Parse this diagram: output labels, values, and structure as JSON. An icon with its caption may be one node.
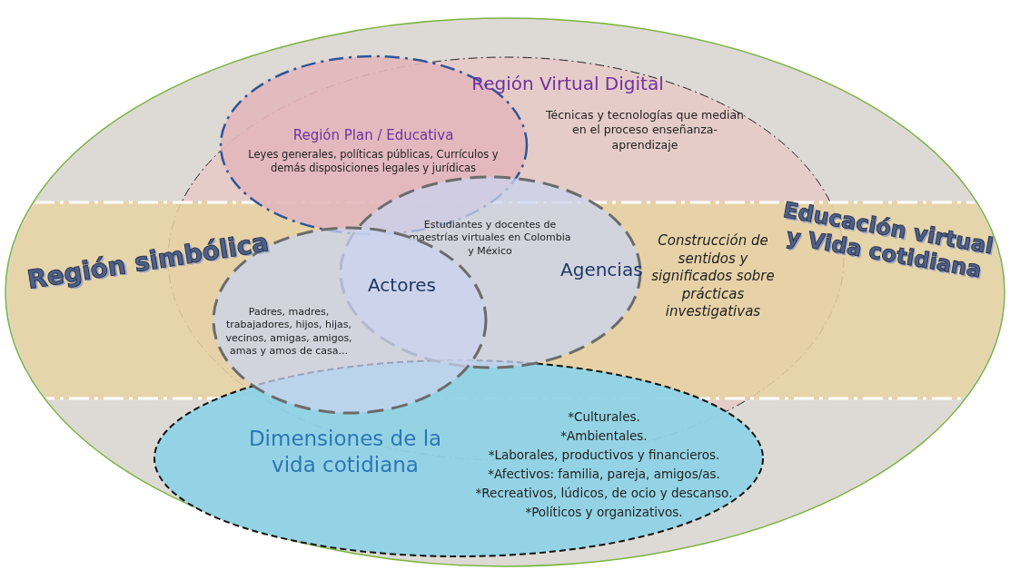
{
  "diagram": {
    "nodes": [
      {
        "text": [
          "Región Virtual Digital",
          "Técnicas y tecnologías que median en el proceso enseñanza-aprendizaje"
        ]
      },
      {
        "text": [
          "Región Plan / Educativa",
          "Leyes generales, políticas públicas, Currículos y demás disposiciones legales y jurídicas"
        ],
        "in": 0
      },
      {
        "text": [
          "Región simbólica",
          "Construcción de sentidos y significados sobre prácticas investigativas",
          "Educación virtual y Vida cotidiana"
        ]
      },
      {
        "text": [
          "Estudiantes y docentes de maestrías virtuales en Colombia y México"
        ],
        "in": 0
      },
      {
        "text": [
          "Padres, madres, trabajadores, hijos, hijas, vecinos, amigas, amigos, amas y amos de casa..."
        ],
        "in": 0
      },
      {
        "text": [
          "Dimensiones de la vida cotidiana",
          "*Culturales.",
          "*Ambientales.",
          "*Laborales, productivos y financieros.",
          "*Afectivos: familia, pareja, amigos/as.",
          "*Recreativos, lúdicos, de ocio y descanso.",
          "*Políticos y organizativos."
        ]
      }
    ],
    "labels": [
      "Actores",
      "Agencias"
    ]
  }
}
